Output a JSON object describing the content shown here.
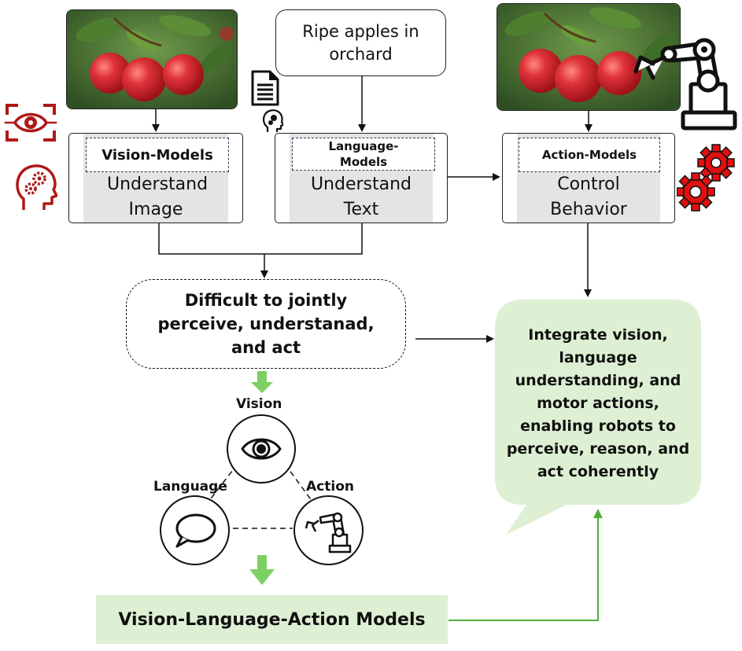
{
  "input_text": "Ripe apples in orchard",
  "boxes": {
    "vision": {
      "model": "Vision-Models",
      "task": "Understand Image"
    },
    "language": {
      "model": "Language-Models",
      "task": "Understand Text"
    },
    "action": {
      "model": "Action-Models",
      "task": "Control Behavior"
    }
  },
  "problem_text": "Difficult to jointly perceive, understanad, and act",
  "solution_text": "Integrate vision, language understanding, and motor actions, enabling robots to perceive, reason, and act coherently",
  "triangle": {
    "vision": "Vision",
    "language": "Language",
    "action": "Action"
  },
  "vla_title": "Vision-Language-Action Models",
  "colors": {
    "red_icon": "#b01818",
    "gear_red": "#e01010",
    "green_fill": "#ddf0d3",
    "green_line": "#4caf3a",
    "green_arrow": "#7ccf63",
    "apple_red": "#d8242c",
    "leaf_green": "#3f7a2a"
  },
  "icons": [
    "eye-scan-icon",
    "head-gears-icon",
    "document-icon",
    "head-gear-small-icon",
    "robot-arm-icon",
    "gears-icon",
    "eye-icon",
    "speech-bubble-icon",
    "robot-arm-small-icon"
  ]
}
